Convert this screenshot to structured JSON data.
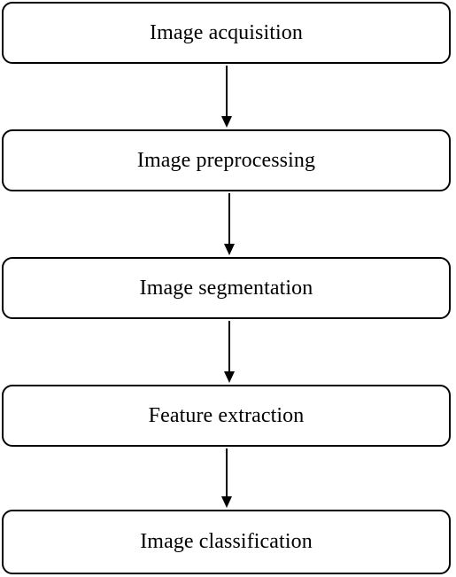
{
  "diagram": {
    "steps": [
      {
        "label": "Image acquisition"
      },
      {
        "label": "Image preprocessing"
      },
      {
        "label": "Image segmentation"
      },
      {
        "label": "Feature extraction"
      },
      {
        "label": "Image classification"
      }
    ],
    "colors": {
      "stroke": "#000000",
      "text": "#000000",
      "background": "#ffffff"
    },
    "connector_icon": "arrow-down-icon"
  }
}
